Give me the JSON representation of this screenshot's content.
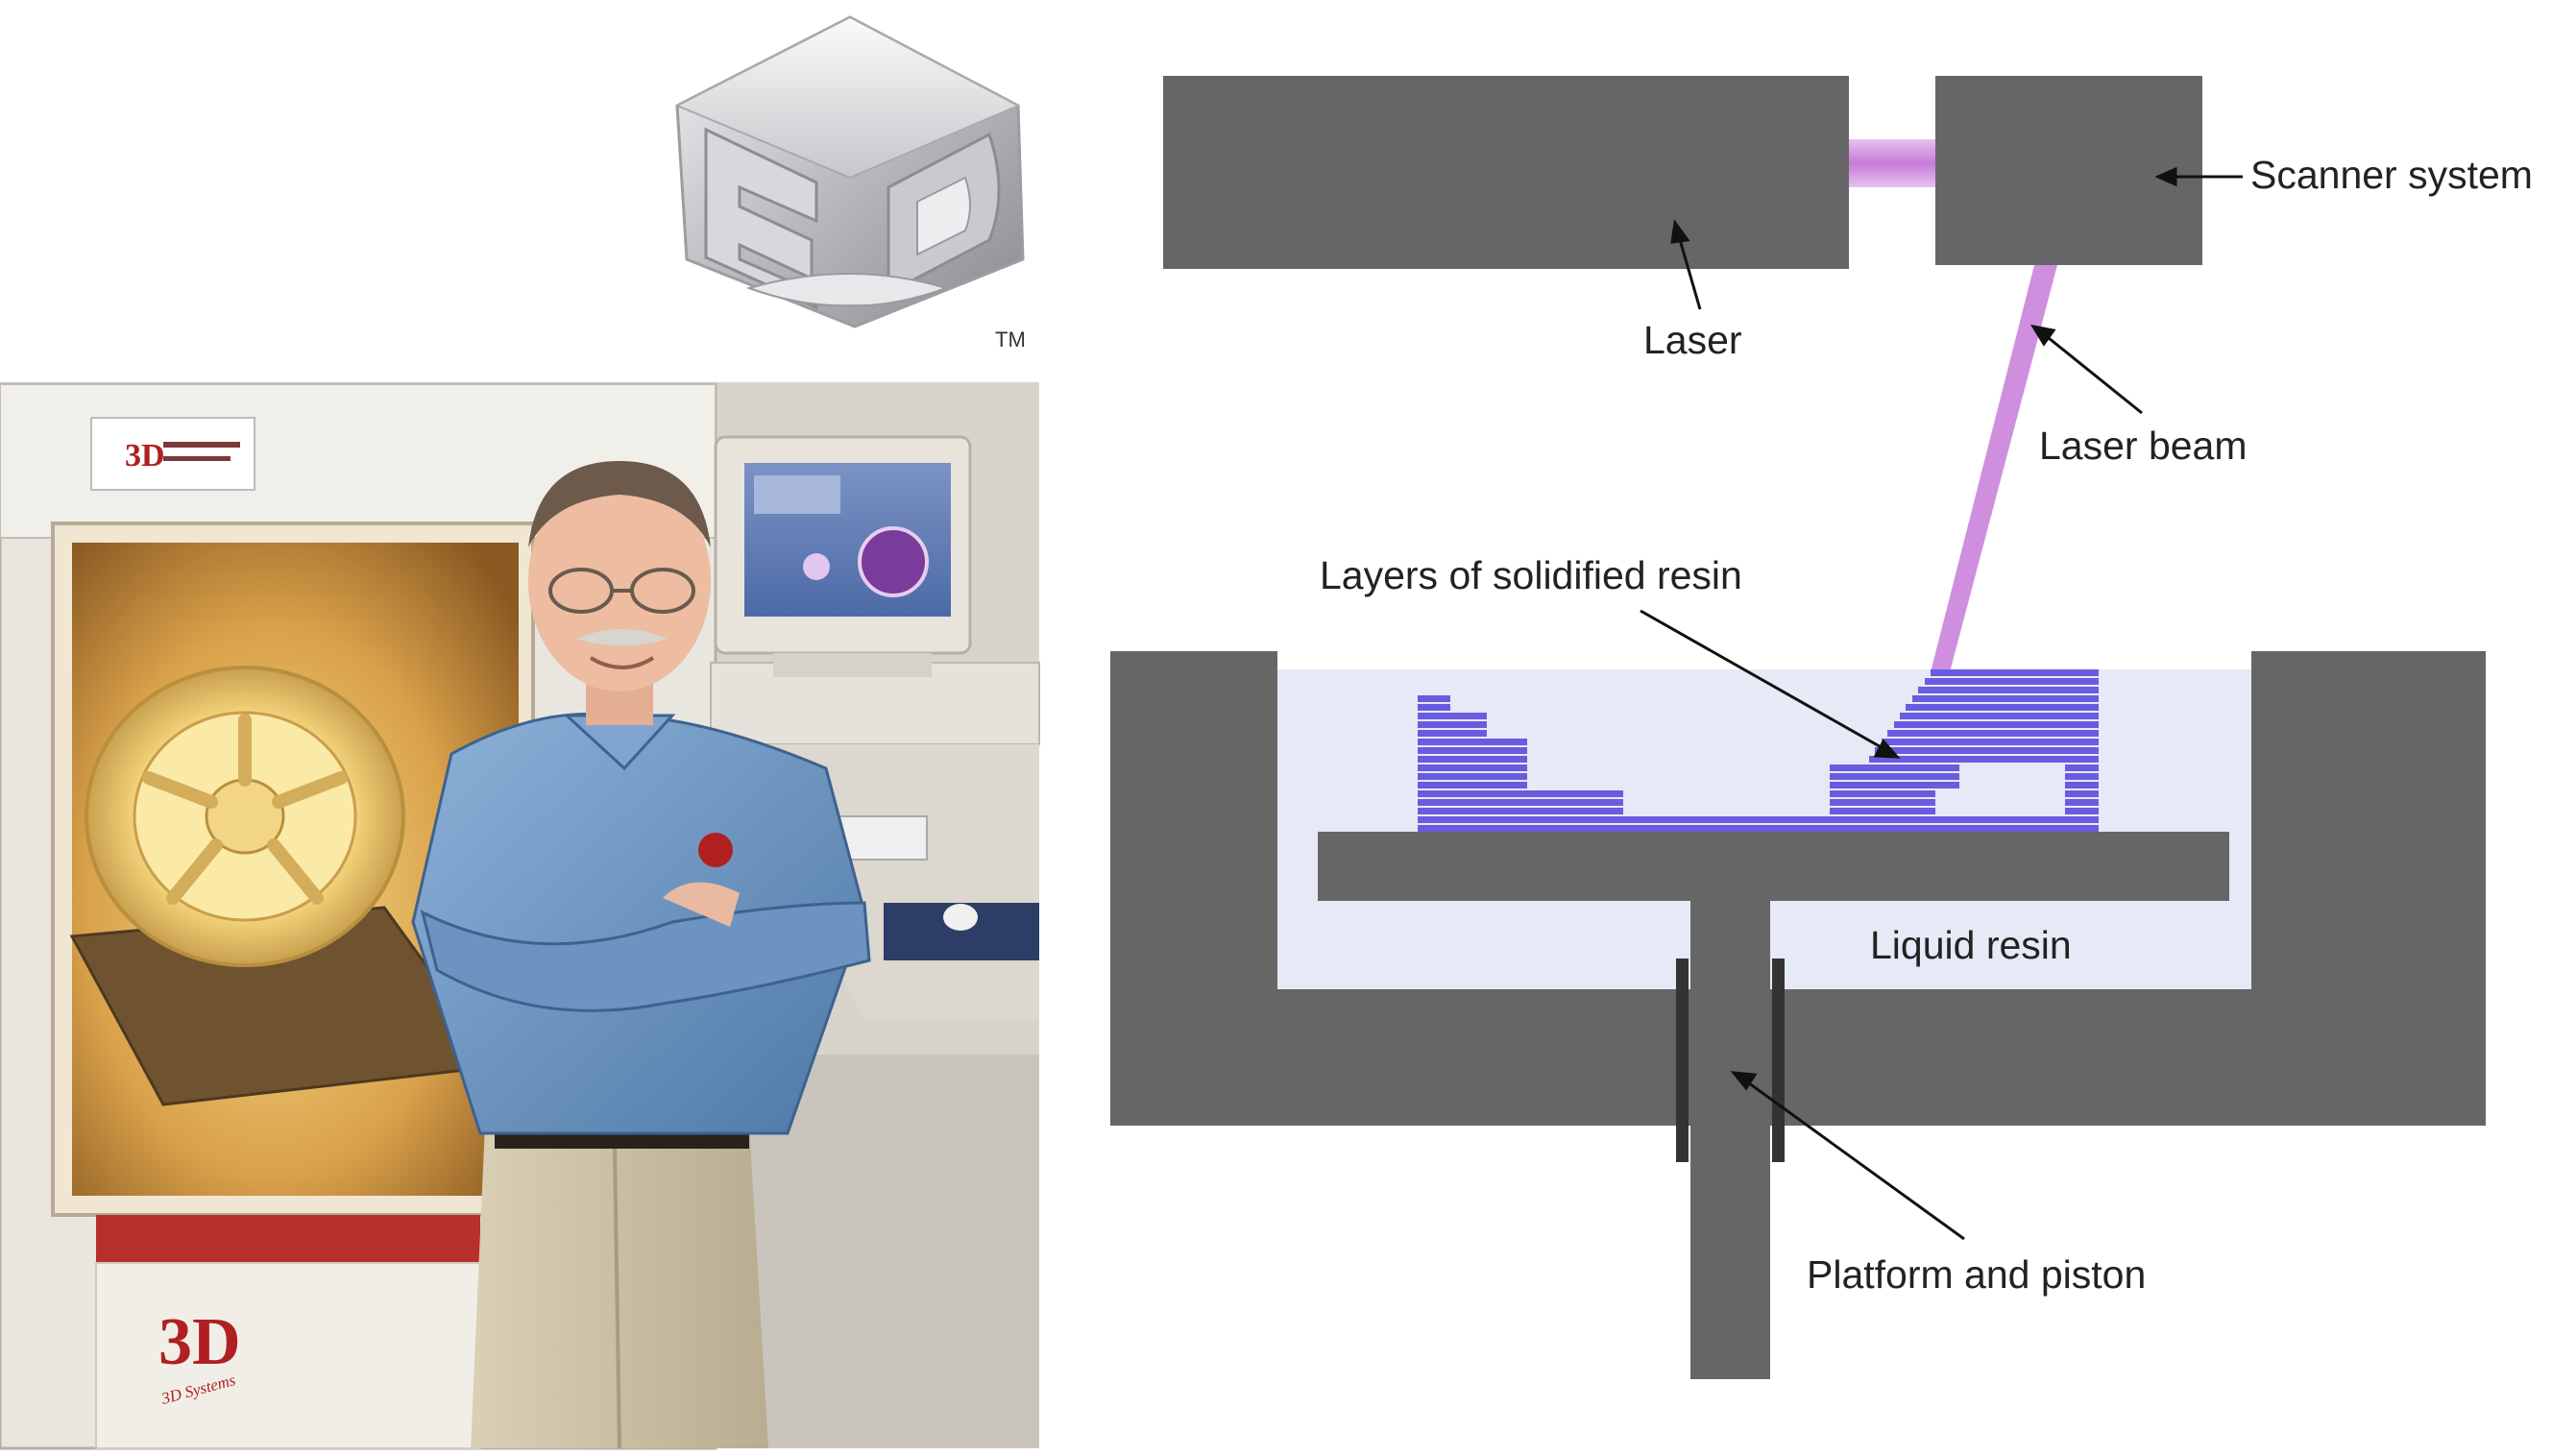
{
  "logo": {
    "trademark": "TM"
  },
  "photo": {
    "front_badge_text": "3D Systems"
  },
  "diagram": {
    "labels": {
      "laser": "Laser",
      "scanner_system": "Scanner system",
      "laser_beam": "Laser beam",
      "layers": "Layers of solidified resin",
      "liquid_resin": "Liquid resin",
      "platform_piston": "Platform and piston"
    },
    "colors": {
      "machine_gray": "#666666",
      "resin_light": "#e6eaf6",
      "solidified_resin": "#6a5cdf",
      "beam": "#c77bd8"
    }
  }
}
